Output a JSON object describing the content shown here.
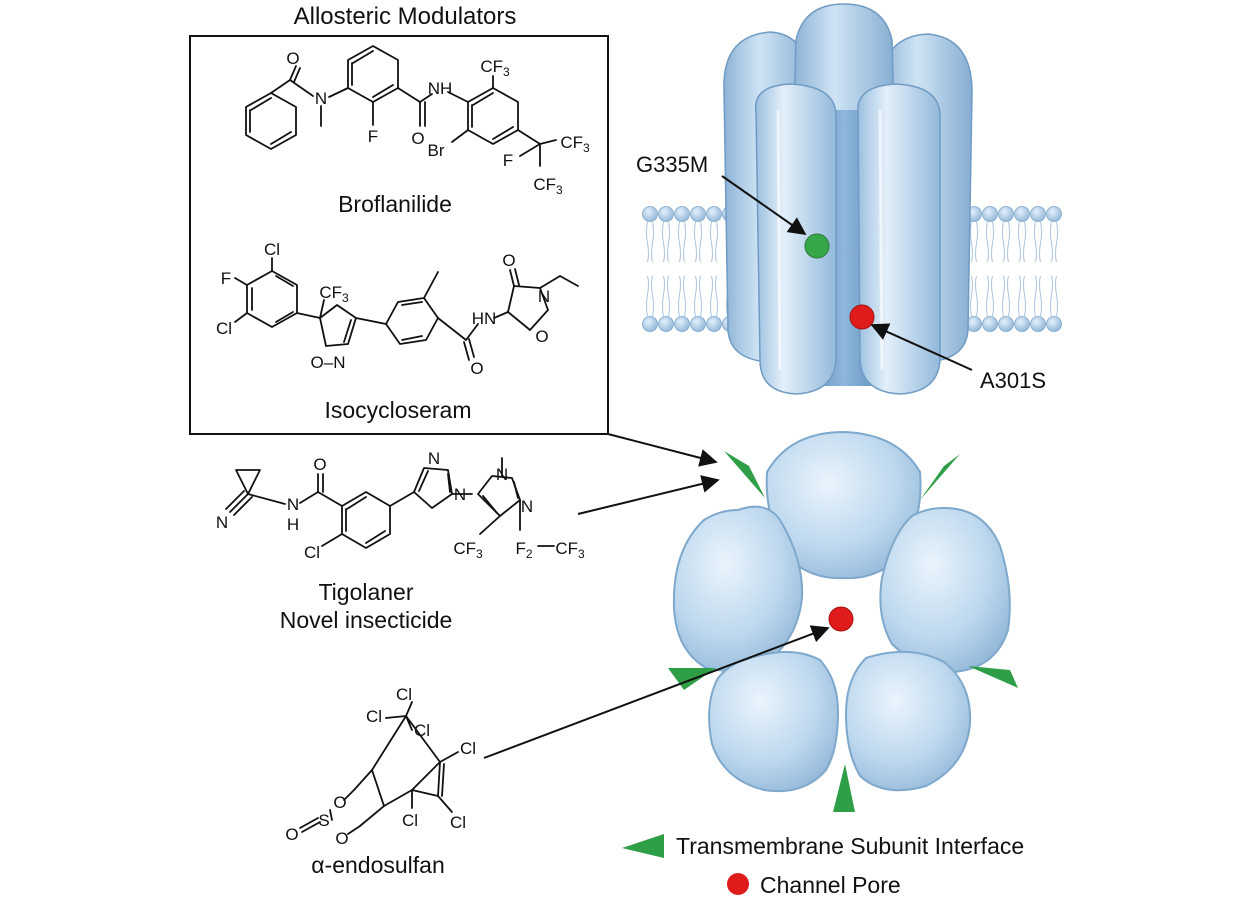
{
  "title": "Allosteric Modulators",
  "compounds": {
    "broflanilide": "Broflanilide",
    "isocycloseram": "Isocycloseram",
    "tigolaner": "Tigolaner",
    "tigolaner_note": "Novel insecticide",
    "endosulfan": "α-endosulfan"
  },
  "mutations": {
    "g335m": "G335M",
    "a301s": "A301S"
  },
  "legend": {
    "interface": "Transmembrane Subunit Interface",
    "pore": "Channel Pore"
  },
  "atoms": {
    "O": "O",
    "N": "N",
    "F": "F",
    "H": "H",
    "Br": "Br",
    "Cl": "Cl",
    "S": "S",
    "NH": "NH",
    "HN": "HN",
    "CF3": "CF",
    "sub3": "3",
    "F2": "F",
    "sub2": "2",
    "ON": "O–N"
  },
  "colors": {
    "protein": "#b9d6ee",
    "protein_dark": "#7ea8cc",
    "membrane_head": "#a9c8e6",
    "interface_marker": "#2e9e47",
    "pore_marker": "#e01b1b",
    "g335m_marker": "#36a84a"
  },
  "icons": {
    "interface": "green-triangle-icon",
    "pore": "red-dot-icon"
  }
}
